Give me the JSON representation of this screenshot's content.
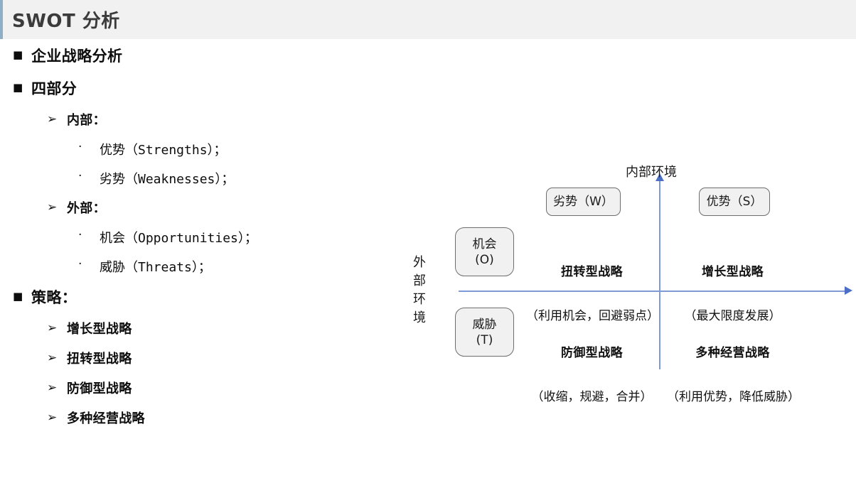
{
  "slide": {
    "title": "SWOT 分析",
    "accent_color": "#8fadc4",
    "title_bar_bg": "#f1f1f1"
  },
  "outline": {
    "markers": {
      "level1": "■",
      "level2": "➢",
      "level3": "·"
    },
    "items": [
      {
        "level": 1,
        "text": "企业战略分析"
      },
      {
        "level": 1,
        "text": "四部分"
      },
      {
        "level": 2,
        "text": "内部："
      },
      {
        "level": 3,
        "text": "优势（Strengths）；"
      },
      {
        "level": 3,
        "text": "劣势（Weaknesses）；"
      },
      {
        "level": 2,
        "text": "外部："
      },
      {
        "level": 3,
        "text": "机会（Opportunities）；"
      },
      {
        "level": 3,
        "text": "威胁（Threats）；"
      },
      {
        "level": 1,
        "text": "策略："
      },
      {
        "level": 2,
        "text": "增长型战略"
      },
      {
        "level": 2,
        "text": "扭转型战略"
      },
      {
        "level": 2,
        "text": "防御型战略"
      },
      {
        "level": 2,
        "text": "多种经营战略"
      }
    ]
  },
  "diagram": {
    "axis_color": "#7e9ad8",
    "box_fill": "#f1f1f1",
    "box_border": "#6d6d6d",
    "vertical_axis_label": "内部环境",
    "horizontal_axis_label_chars": [
      "外",
      "部",
      "环",
      "境"
    ],
    "tags": {
      "weakness": "劣势（W）",
      "strength": "优势（S）",
      "opportunity_line1": "机会",
      "opportunity_line2": "(O)",
      "threat_line1": "威胁",
      "threat_line2": "(T)"
    },
    "quadrants": [
      {
        "key": "wo",
        "title": "扭转型战略",
        "subtitle": "（利用机会，回避弱点）"
      },
      {
        "key": "so",
        "title": "增长型战略",
        "subtitle": "（最大限度发展）"
      },
      {
        "key": "wt",
        "title": "防御型战略",
        "subtitle": "（收缩，规避，合并）"
      },
      {
        "key": "st",
        "title": "多种经营战略",
        "subtitle": "（利用优势，降低威胁）"
      }
    ]
  }
}
